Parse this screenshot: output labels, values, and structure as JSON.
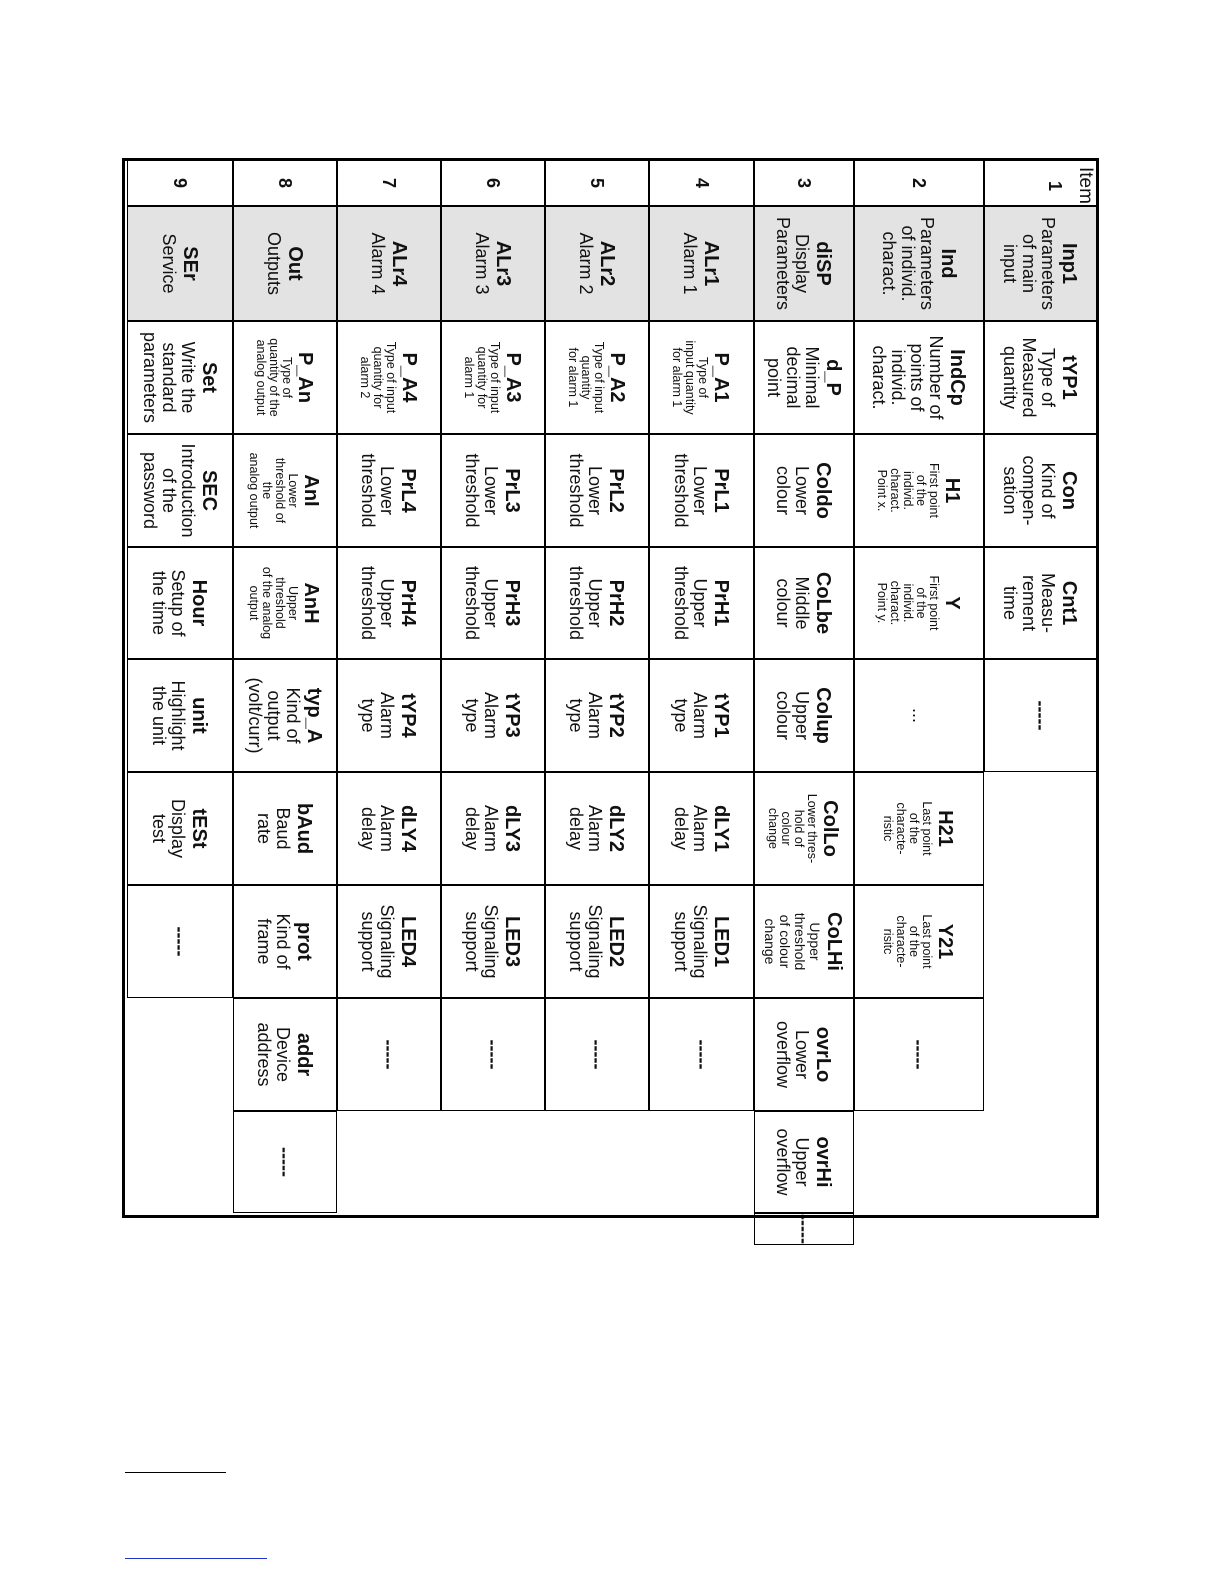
{
  "table": {
    "item_header": "Item",
    "rows": [
      {
        "num": "1",
        "cells": [
          {
            "code": "Inp1",
            "desc": "Parameters\nof main\ninput"
          },
          {
            "code": "tYP1",
            "desc": "Type of\nMeasured\nquantity"
          },
          {
            "code": "Con",
            "desc": "Kind of\ncompen-\nsation"
          },
          {
            "code": "Cnt1",
            "desc": "Measu-\nrement\ntime"
          },
          {
            "code": "",
            "desc": "-----"
          }
        ]
      },
      {
        "num": "2",
        "cells": [
          {
            "code": "Ind",
            "desc": "Parameters\nof individ.\ncharact."
          },
          {
            "code": "IndCp",
            "desc": "Number of\npoints of\nindivid.\ncharact."
          },
          {
            "code": "H1",
            "desc": "First point\nof the\nindivid.\ncharact.\nPoint x."
          },
          {
            "code": "Y",
            "desc": "First point\nof the\nindivid.\ncharact.\nPoint y."
          },
          {
            "code": "",
            "desc": "..."
          },
          {
            "code": "H21",
            "desc": "Last point\nof the\ncharacte-\nristic"
          },
          {
            "code": "Y21",
            "desc": "Last point\nof the\ncharacte-\nrisitc"
          },
          {
            "code": "",
            "desc": "-----"
          }
        ]
      },
      {
        "num": "3",
        "cells": [
          {
            "code": "diSP",
            "desc": "Display\nParameters"
          },
          {
            "code": "d_P",
            "desc": "Minimal\ndecimal\npoint"
          },
          {
            "code": "Coldo",
            "desc": "Lower\ncolour"
          },
          {
            "code": "CoLbe",
            "desc": "Middle\ncolour"
          },
          {
            "code": "Colup",
            "desc": "Upper\ncolour"
          },
          {
            "code": "ColLo",
            "desc": "Lower thres-\nhold of\ncolour\nchange"
          },
          {
            "code": "CoLHi",
            "desc": "Upper\nthreshold\nof colour\nchange"
          },
          {
            "code": "ovrLo",
            "desc": "Lower\noverflow"
          },
          {
            "code": "ovrHi",
            "desc": "Upper\noverflow"
          },
          {
            "code": "",
            "desc": "-----"
          }
        ]
      },
      {
        "num": "4",
        "cells": [
          {
            "code": "ALr1",
            "desc": "Alarm 1"
          },
          {
            "code": "P_A1",
            "desc": "Type of\ninput quantity\nfor alarm 1"
          },
          {
            "code": "PrL1",
            "desc": "Lower\nthreshold"
          },
          {
            "code": "PrH1",
            "desc": "Upper\nthreshold"
          },
          {
            "code": "tYP1",
            "desc": "Alarm\ntype"
          },
          {
            "code": "dLY1",
            "desc": "Alarm\ndelay"
          },
          {
            "code": "LED1",
            "desc": "Signaling\nsupport"
          },
          {
            "code": "",
            "desc": "-----"
          }
        ]
      },
      {
        "num": "5",
        "cells": [
          {
            "code": "ALr2",
            "desc": "Alarm 2"
          },
          {
            "code": "P_A2",
            "desc": "Type of input\nquantity\nfor alarm 1"
          },
          {
            "code": "PrL2",
            "desc": "Lower\nthreshold"
          },
          {
            "code": "PrH2",
            "desc": "Upper\nthreshold"
          },
          {
            "code": "tYP2",
            "desc": "Alarm\ntype"
          },
          {
            "code": "dLY2",
            "desc": "Alarm\ndelay"
          },
          {
            "code": "LED2",
            "desc": "Signaling\nsupport"
          },
          {
            "code": "",
            "desc": "-----"
          }
        ]
      },
      {
        "num": "6",
        "cells": [
          {
            "code": "ALr3",
            "desc": "Alarm 3"
          },
          {
            "code": "P_A3",
            "desc": "Type of input\nquantity for\nalarm 1"
          },
          {
            "code": "PrL3",
            "desc": "Lower\nthreshold"
          },
          {
            "code": "PrH3",
            "desc": "Upper\nthreshold"
          },
          {
            "code": "tYP3",
            "desc": "Alarm\ntype"
          },
          {
            "code": "dLY3",
            "desc": "Alarm\ndelay"
          },
          {
            "code": "LED3",
            "desc": "Signaling\nsupport"
          },
          {
            "code": "",
            "desc": "-----"
          }
        ]
      },
      {
        "num": "7",
        "cells": [
          {
            "code": "ALr4",
            "desc": "Alarm 4"
          },
          {
            "code": "P_A4",
            "desc": "Type of input\nquantity for\nalarm 2"
          },
          {
            "code": "PrL4",
            "desc": "Lower\nthreshold"
          },
          {
            "code": "PrH4",
            "desc": "Upper\nthreshold"
          },
          {
            "code": "tYP4",
            "desc": "Alarm\ntype"
          },
          {
            "code": "dLY4",
            "desc": "Alarm\ndelay"
          },
          {
            "code": "LED4",
            "desc": "Signaling\nsupport"
          },
          {
            "code": "",
            "desc": "-----"
          }
        ]
      },
      {
        "num": "8",
        "cells": [
          {
            "code": "Out",
            "desc": "Outputs"
          },
          {
            "code": "P_An",
            "desc": "Type of\nquantity of the\nanalog output"
          },
          {
            "code": "AnI",
            "desc": "Lower\nthreshold of\nthe\nanalog output"
          },
          {
            "code": "AnH",
            "desc": "Upper\nthreshold\nof the analog\noutput"
          },
          {
            "code": "typ_A",
            "desc": "Kind of\noutput\n(volt/curr)"
          },
          {
            "code": "bAud",
            "desc": "Baud\nrate"
          },
          {
            "code": "prot",
            "desc": "Kind of\nframe"
          },
          {
            "code": "addr",
            "desc": "Device\naddress"
          },
          {
            "code": "",
            "desc": "-----"
          }
        ]
      },
      {
        "num": "9",
        "cells": [
          {
            "code": "SEr",
            "desc": "Service"
          },
          {
            "code": "Set",
            "desc": "Write the\nstandard\nparameters"
          },
          {
            "code": "SEC",
            "desc": "Introduction\nof the\npassword"
          },
          {
            "code": "Hour",
            "desc": "Setup of\nthe time"
          },
          {
            "code": "unit",
            "desc": "Highlight\nthe unit"
          },
          {
            "code": "tESt",
            "desc": "Display\ntest"
          },
          {
            "code": "",
            "desc": "-----"
          }
        ]
      }
    ]
  },
  "colors": {
    "first_column_fill": "#e3e3e3",
    "border": "#000000",
    "footnote_link": "#2233cc"
  }
}
